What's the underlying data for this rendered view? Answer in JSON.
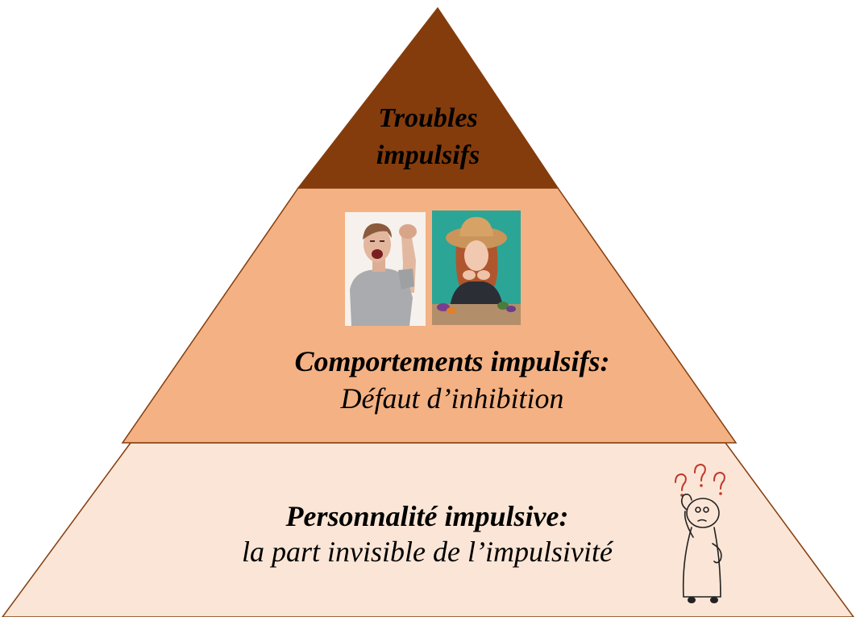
{
  "pyramid": {
    "top_level": {
      "line1": "Troubles",
      "line2": "impulsifs",
      "color": "#843c0c"
    },
    "middle_level": {
      "title": "Comportements impulsifs:",
      "subtitle": "Défaut d’inhibition",
      "color": "#f4b183",
      "images": [
        "photo of a shouting woman with raised fist",
        "photo of a bored woman in a straw hat at a table"
      ]
    },
    "bottom_level": {
      "title": "Personnalité impulsive:",
      "subtitle": "la part invisible de l’impulsivité",
      "color": "#fbe5d6",
      "image": "doodle of a confused person with question marks"
    },
    "outline_color": "#843c0c"
  }
}
